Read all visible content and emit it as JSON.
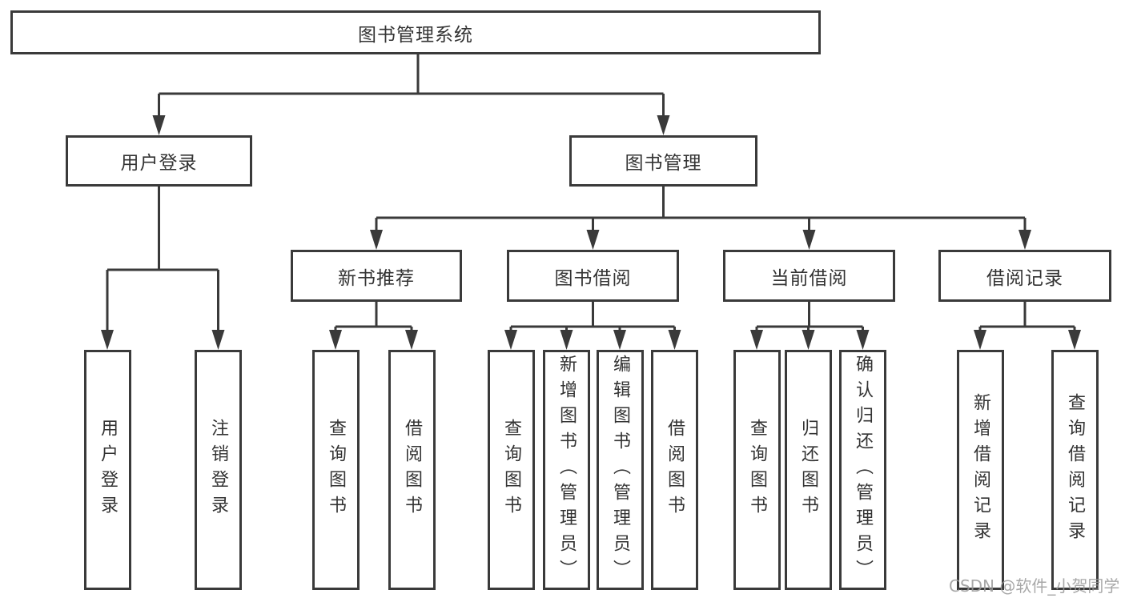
{
  "diagram": {
    "root": "图书管理系统",
    "branches": {
      "user_login": {
        "label": "用户登录",
        "children": [
          "用户登录",
          "注销登录"
        ]
      },
      "book_mgmt": {
        "label": "图书管理",
        "sections": [
          {
            "label": "新书推荐",
            "children": [
              "查询图书",
              "借阅图书"
            ]
          },
          {
            "label": "图书借阅",
            "children": [
              "查询图书",
              "新增图书（管理员）",
              "编辑图书（管理员）",
              "借阅图书"
            ]
          },
          {
            "label": "当前借阅",
            "children": [
              "查询图书",
              "归还图书",
              "确认归还（管理员）"
            ]
          },
          {
            "label": "借阅记录",
            "children": [
              "新增借阅记录",
              "查询借阅记录"
            ]
          }
        ]
      }
    }
  },
  "watermark": "CSDN @软件_小贺同学",
  "colors": {
    "line": "#3a3a3a",
    "text": "#333333",
    "background": "#ffffff",
    "watermark": "#9a9a9a"
  }
}
